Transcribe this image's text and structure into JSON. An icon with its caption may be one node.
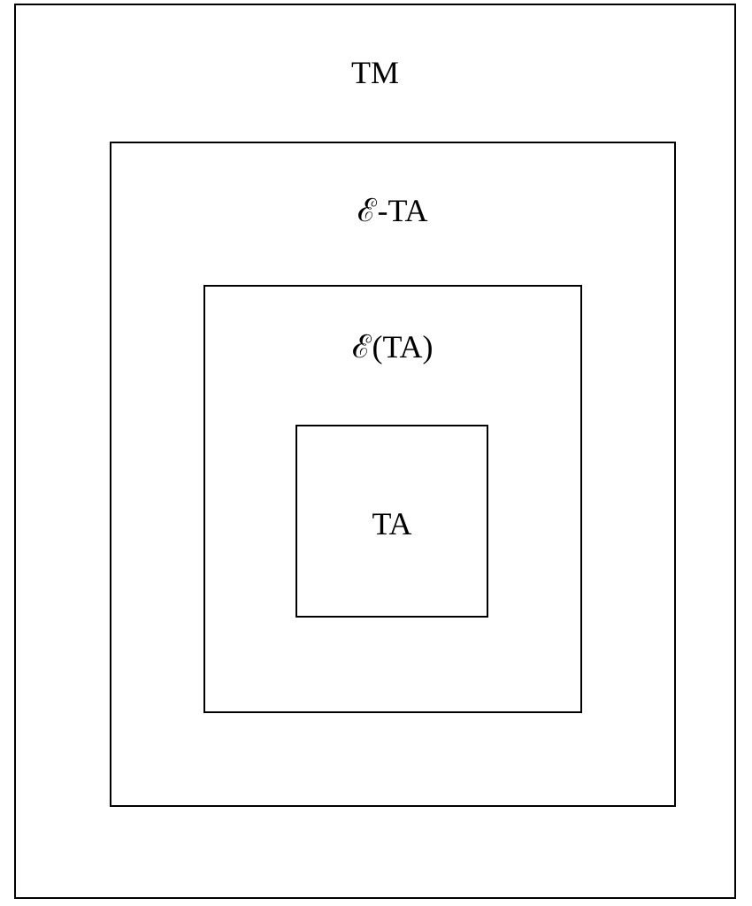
{
  "diagram": {
    "nodes": [
      {
        "text": [
          "TM"
        ]
      },
      {
        "text": [
          "ℰ-TA"
        ],
        "in": 0
      },
      {
        "text": [
          "ℰ(TA)"
        ],
        "in": 1
      },
      {
        "text": [
          "TA"
        ],
        "in": 2
      }
    ]
  }
}
